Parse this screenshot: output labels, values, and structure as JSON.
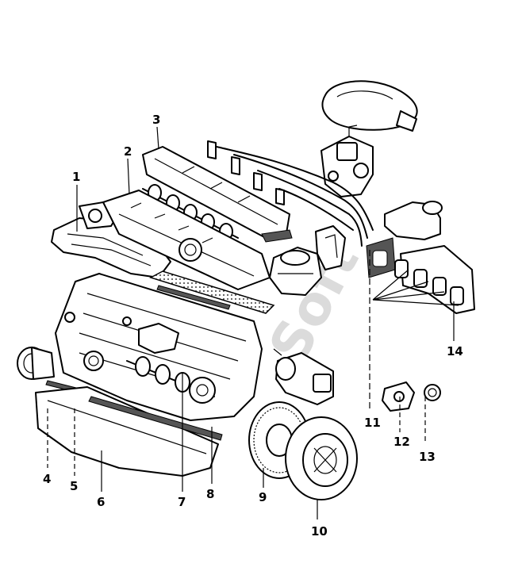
{
  "watermark": "Soft",
  "callouts": [
    {
      "id": "1",
      "label": "1"
    },
    {
      "id": "2",
      "label": "2"
    },
    {
      "id": "3",
      "label": "3"
    },
    {
      "id": "4",
      "label": "4"
    },
    {
      "id": "5",
      "label": "5"
    },
    {
      "id": "6",
      "label": "6"
    },
    {
      "id": "7",
      "label": "7"
    },
    {
      "id": "8",
      "label": "8"
    },
    {
      "id": "9",
      "label": "9"
    },
    {
      "id": "10",
      "label": "10"
    },
    {
      "id": "11",
      "label": "11"
    },
    {
      "id": "12",
      "label": "12"
    },
    {
      "id": "13",
      "label": "13"
    },
    {
      "id": "14",
      "label": "14"
    }
  ]
}
